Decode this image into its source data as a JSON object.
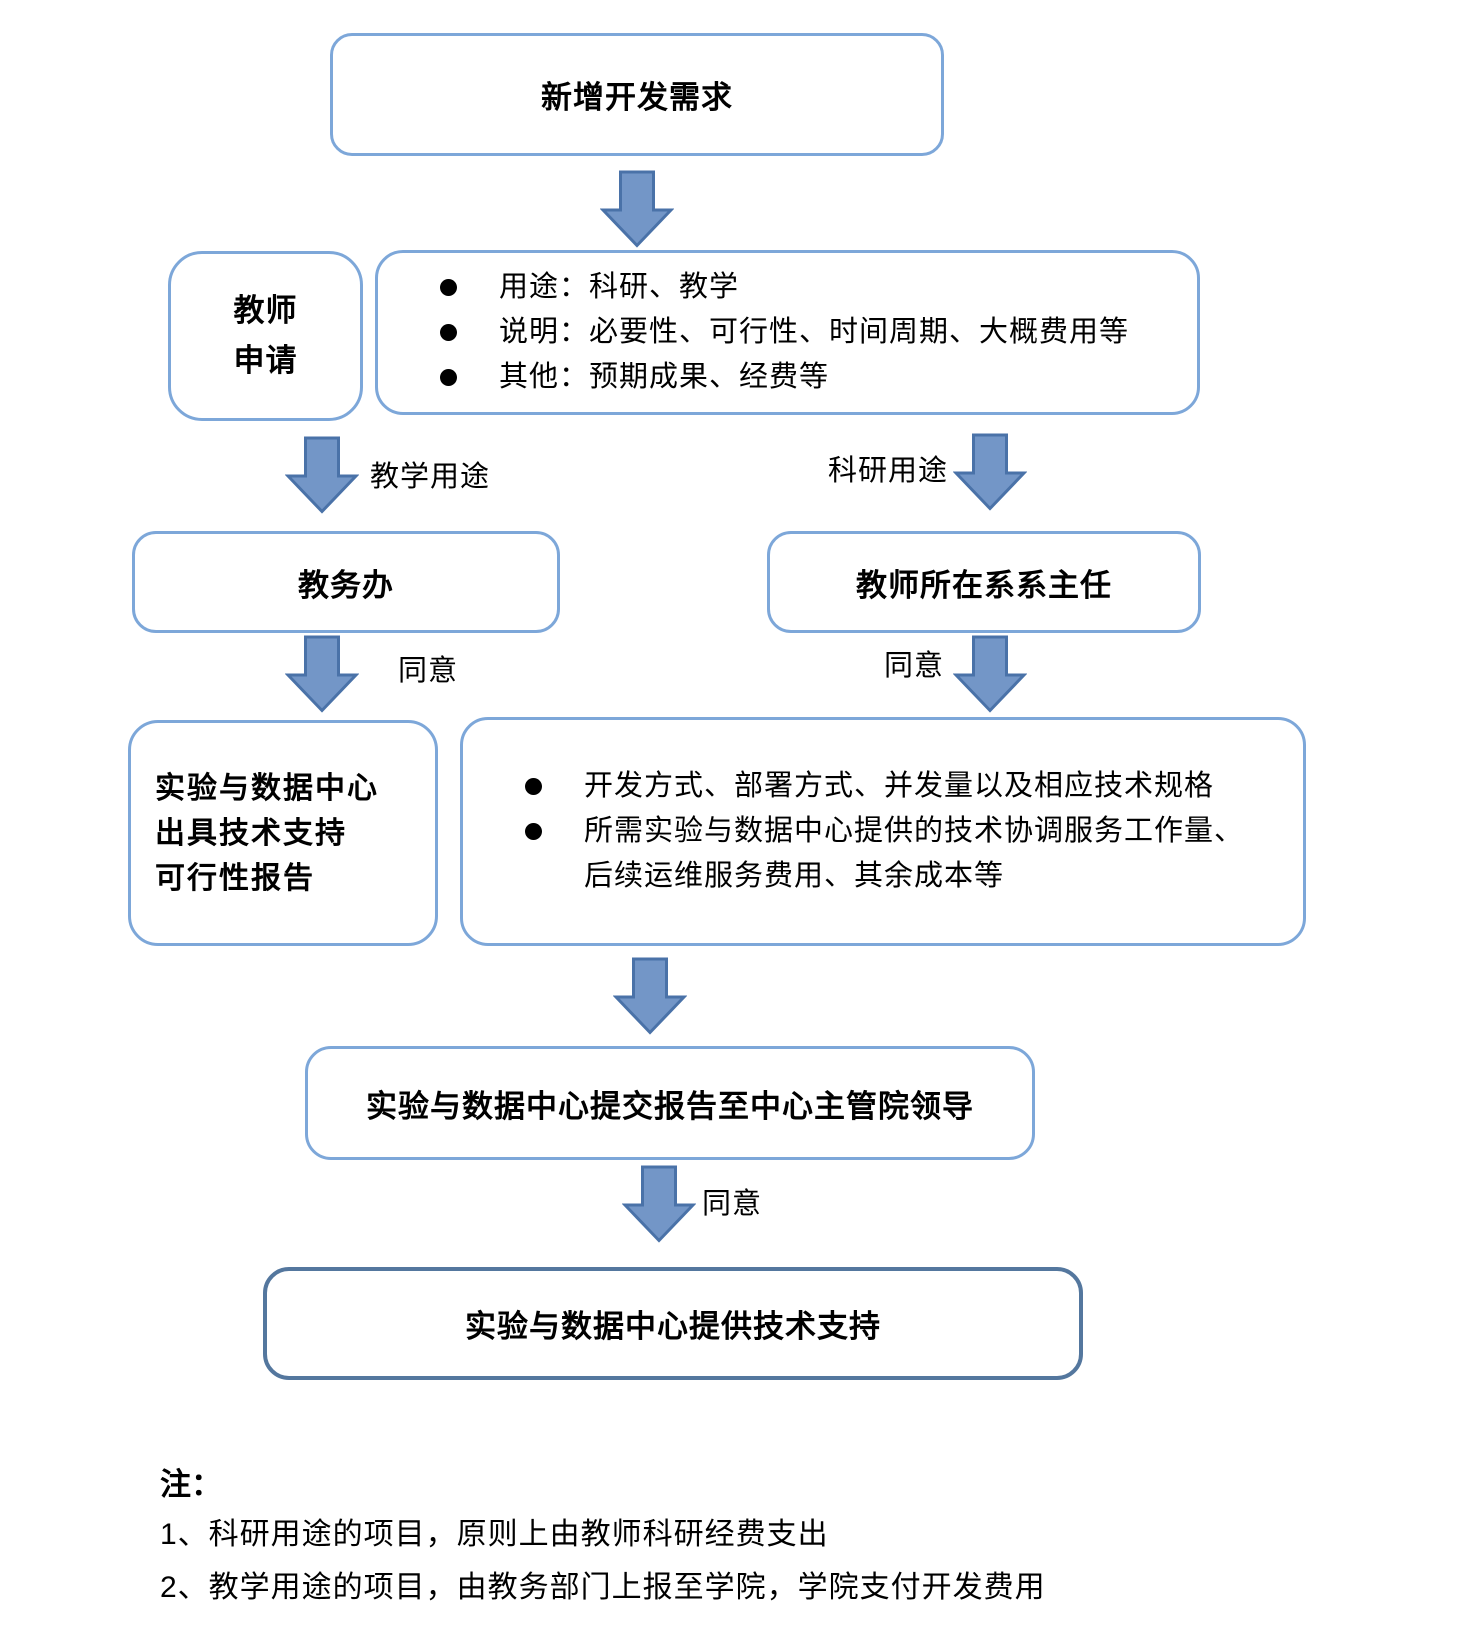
{
  "colors": {
    "box_border": "#7da7d9",
    "box_border_dark": "#54779e",
    "arrow_fill": "#7396c7",
    "arrow_stroke": "#4a72a8",
    "text": "#000000",
    "background": "#ffffff"
  },
  "nodes": {
    "start": {
      "label": "新增开发需求"
    },
    "teacher_application": {
      "lines": [
        "教师",
        "申请"
      ]
    },
    "application_details": {
      "bullets": [
        "用途：科研、教学",
        "说明：必要性、可行性、时间周期、大概费用等",
        "其他：预期成果、经费等"
      ]
    },
    "academic_office": {
      "label": "教务办"
    },
    "dept_head": {
      "label": "教师所在系系主任"
    },
    "feasibility_report": {
      "lines": [
        "实验与数据中心",
        "出具技术支持",
        "可行性报告"
      ]
    },
    "report_details": {
      "bullets": [
        "开发方式、部署方式、并发量以及相应技术规格",
        "所需实验与数据中心提供的技术协调服务工作量、后续运维服务费用、其余成本等"
      ]
    },
    "submit_report": {
      "label": "实验与数据中心提交报告至中心主管院领导"
    },
    "provide_support": {
      "label": "实验与数据中心提供技术支持"
    }
  },
  "edge_labels": {
    "teaching_use": "教学用途",
    "research_use": "科研用途",
    "agree_left": "同意",
    "agree_right": "同意",
    "agree_final": "同意"
  },
  "notes": {
    "title": "注：",
    "items": [
      "1、科研用途的项目，原则上由教师科研经费支出",
      "2、教学用途的项目，由教务部门上报至学院，学院支付开发费用"
    ]
  }
}
